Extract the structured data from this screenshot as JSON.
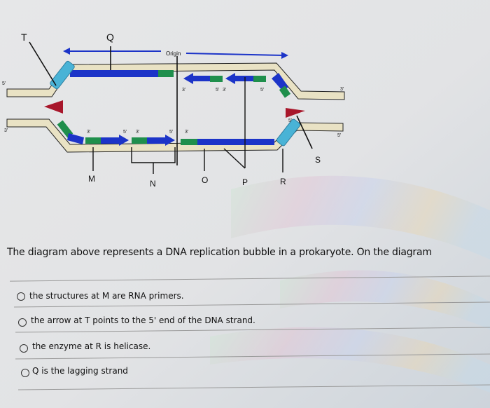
{
  "diagram": {
    "labels": {
      "T": "T",
      "Q": "Q",
      "origin": "Origin",
      "M": "M",
      "N": "N",
      "O": "O",
      "P": "P",
      "R": "R",
      "S": "S"
    },
    "end_labels": {
      "top_left_outer": "5'",
      "bottom_left_outer": "3'",
      "top_right_outer": "3'",
      "bottom_right_outer": "5'",
      "top_mid_a": "3'",
      "top_mid_b": "5'",
      "top_mid_c": "3'",
      "top_mid_d": "5'",
      "bot_a": "3'",
      "bot_b": "5'",
      "bot_c": "3'",
      "bot_d": "5'",
      "bot_e": "3'",
      "bot_f": "5'"
    }
  },
  "question": {
    "prompt": "The diagram above represents a DNA replication bubble in a prokaryote. On the diagram"
  },
  "options": [
    {
      "label": "the structures at M are RNA primers."
    },
    {
      "label": "the arrow at T points to the 5' end of the DNA strand."
    },
    {
      "label": "the enzyme at R is helicase."
    },
    {
      "label": "Q is the lagging strand"
    }
  ],
  "colors": {
    "dna_strand": "#e9e2c4",
    "new_strand": "#1c34c8",
    "primer": "#1f8f4c",
    "enzyme": "#49b3d6",
    "red_marker": "#a8172b",
    "line": "#111111"
  }
}
